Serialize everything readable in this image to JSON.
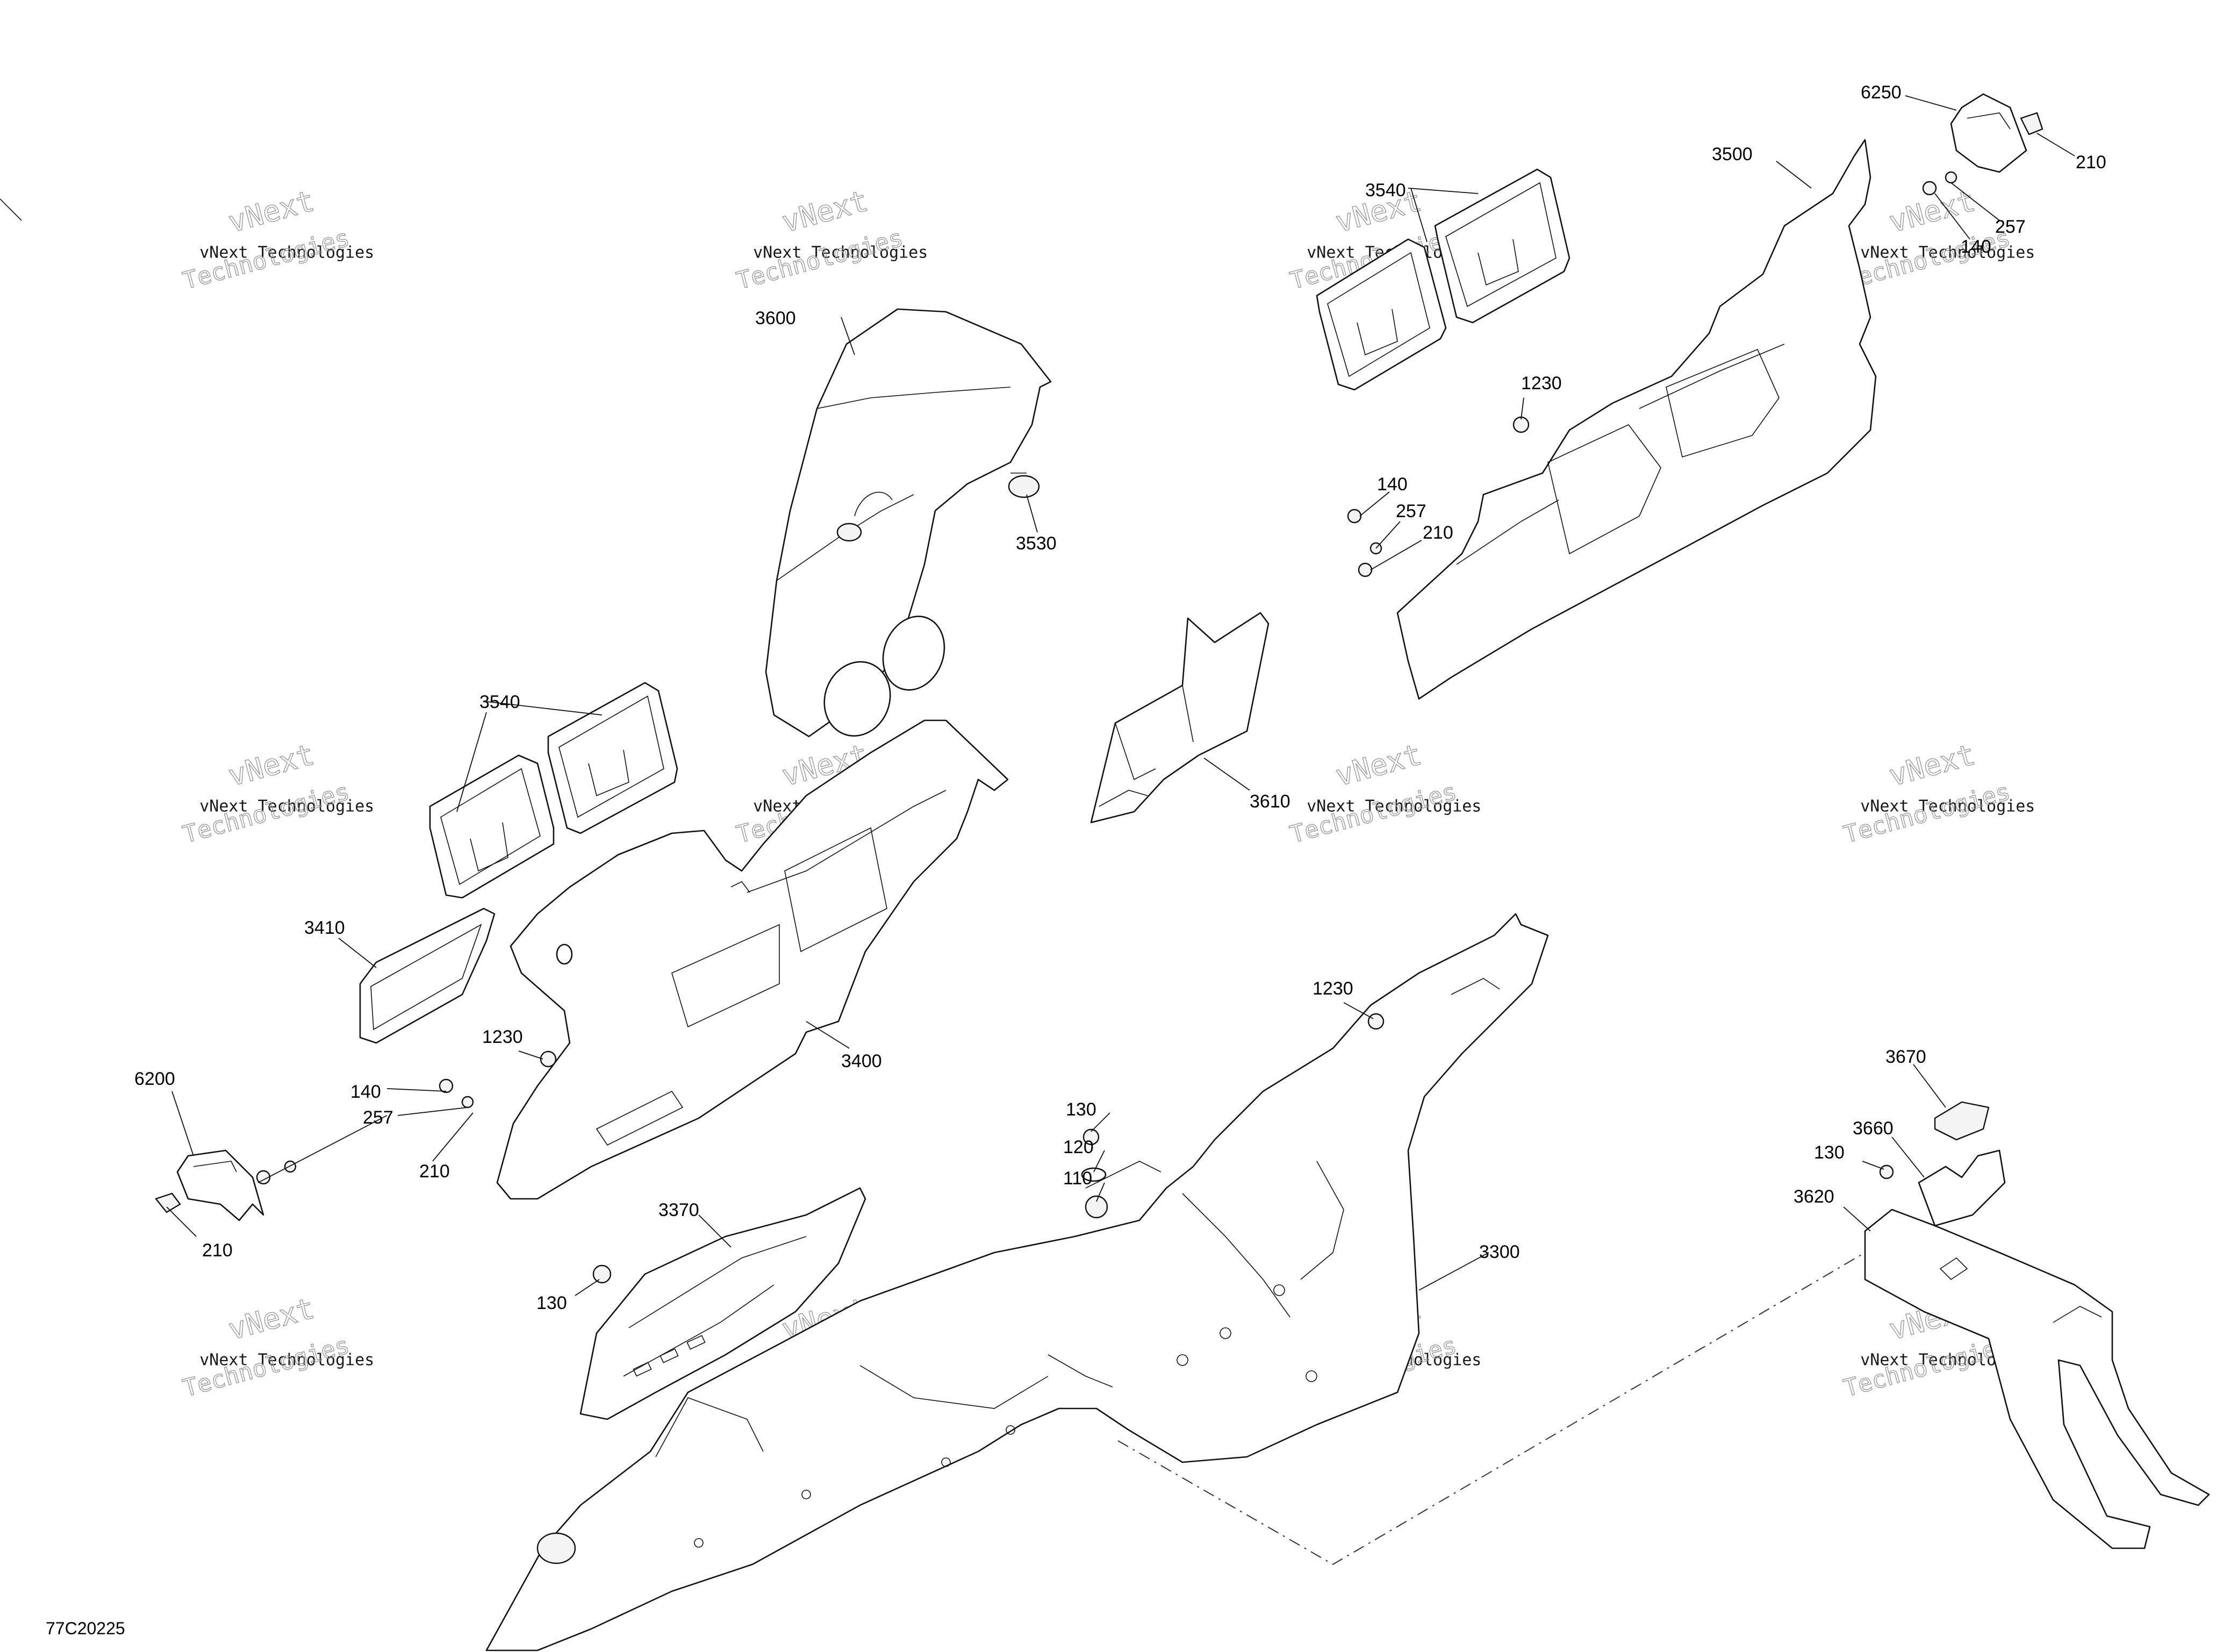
{
  "diagram": {
    "id_label": "77C20225",
    "watermark": {
      "top": "vNext",
      "middle": "vNext Technologies",
      "bottom": "Technologies"
    },
    "callouts": {
      "c6250": "6250",
      "c210_tr": "210",
      "c3500": "3500",
      "c257_tr": "257",
      "c140_tr": "140",
      "c3540_top": "3540",
      "c3600": "3600",
      "c3530": "3530",
      "c1230_r": "1230",
      "c140_r": "140",
      "c257_r": "257",
      "c210_r": "210",
      "c3540_left": "3540",
      "c3610": "3610",
      "c3410": "3410",
      "c1230_l": "1230",
      "c3400": "3400",
      "c6200": "6200",
      "c140_l": "140",
      "c257_l": "257",
      "c210_l": "210",
      "c210_bl": "210",
      "c1230_c": "1230",
      "c130_c": "130",
      "c120": "120",
      "c110": "110",
      "c3370": "3370",
      "c130_l": "130",
      "c3300": "3300",
      "c3670": "3670",
      "c3660": "3660",
      "c130_r": "130",
      "c3620": "3620"
    }
  }
}
